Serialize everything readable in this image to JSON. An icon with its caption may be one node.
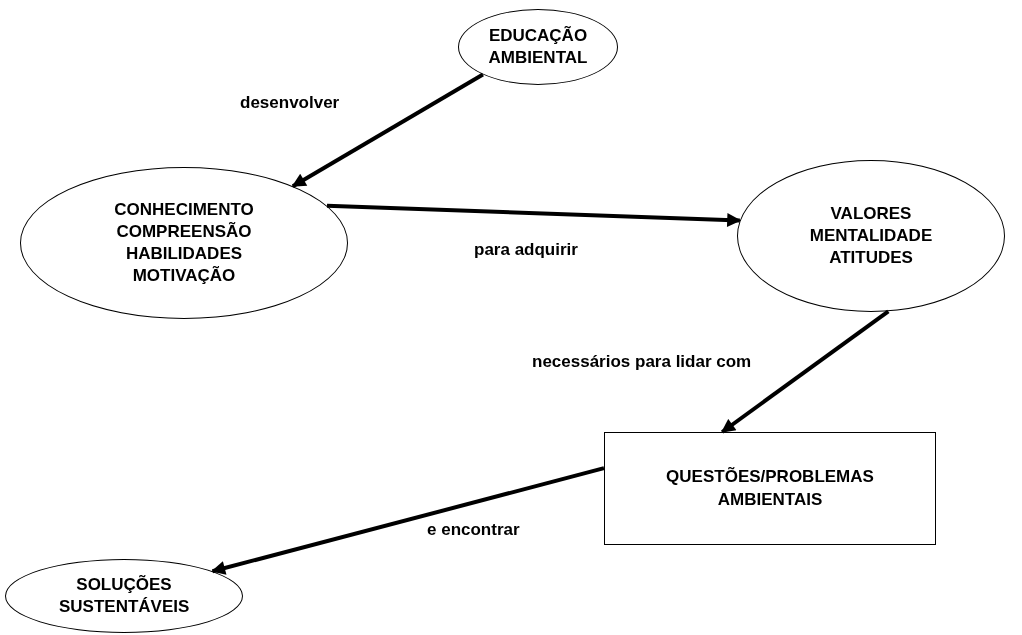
{
  "diagram": {
    "nodes": [
      {
        "text": [
          "EDUCAÇÃO AMBIENTAL"
        ]
      },
      {
        "text": [
          "CONHECIMENTO COMPREENSÃO HABILIDADES MOTIVAÇÃO"
        ]
      },
      {
        "text": [
          "VALORES MENTALIDADE ATITUDES"
        ]
      },
      {
        "text": [
          "QUESTÕES/PROBLEMAS AMBIENTAIS"
        ]
      },
      {
        "text": [
          "SOLUÇÕES SUSTENTÁVEIS"
        ]
      }
    ],
    "edges": [
      {
        "from": 0,
        "to": 1,
        "arrow": "to",
        "label": "desenvolver"
      },
      {
        "from": 1,
        "to": 2,
        "arrow": "to",
        "label": "para adquirir"
      },
      {
        "from": 2,
        "to": 3,
        "arrow": "to",
        "label": "necessários para lidar com"
      },
      {
        "from": 3,
        "to": 4,
        "arrow": "to",
        "label": "e encontrar"
      }
    ]
  }
}
